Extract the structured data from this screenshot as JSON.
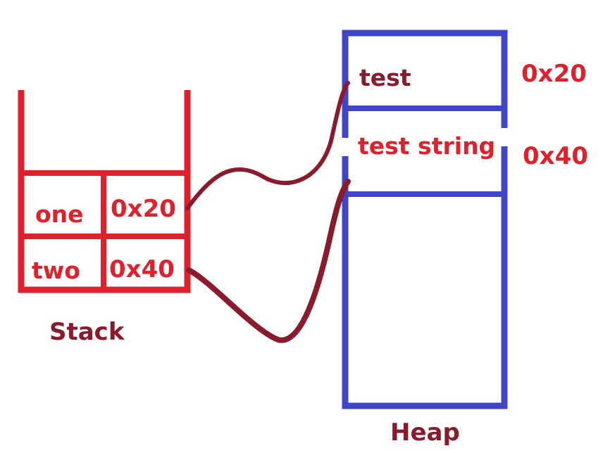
{
  "colors": {
    "stack_stroke": "#e0202a",
    "heap_stroke": "#3f45c8",
    "pointer_stroke": "#8b1a2c",
    "red_text": "#e0202a",
    "dark_text": "#8b1a2c"
  },
  "stack": {
    "title": "Stack",
    "rows": [
      {
        "name": "one",
        "value": "0x20"
      },
      {
        "name": "two",
        "value": "0x40"
      }
    ]
  },
  "heap": {
    "title": "Heap",
    "blocks": [
      {
        "content": "test",
        "address": "0x20"
      },
      {
        "content": "test string",
        "address": "0x40"
      }
    ]
  }
}
